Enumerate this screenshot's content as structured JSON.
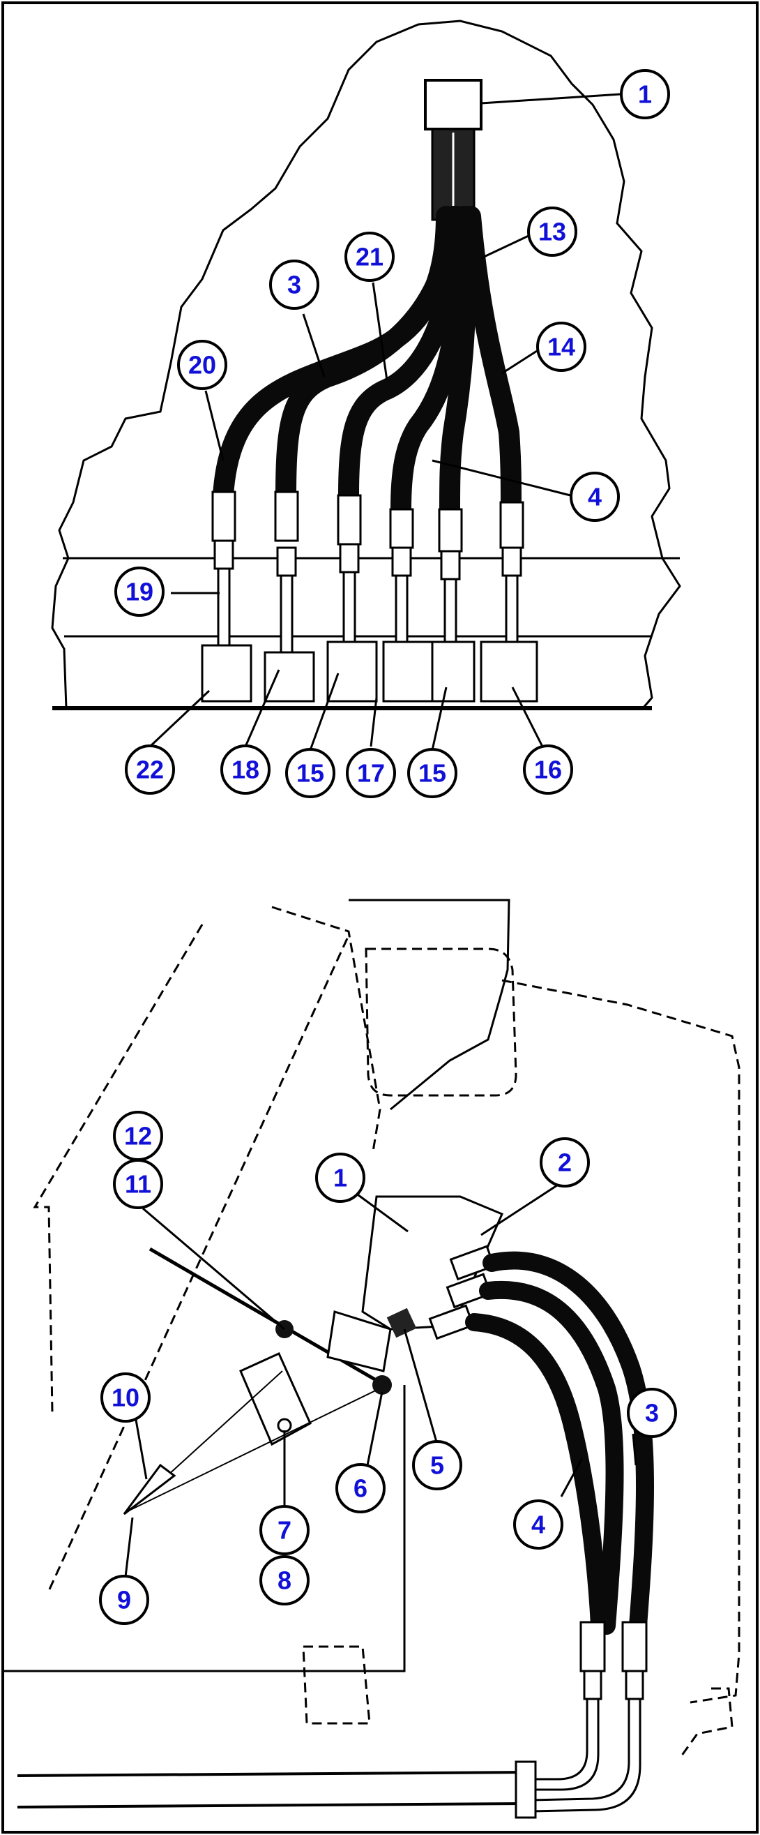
{
  "colors": {
    "callout_text": "#1010d8",
    "line": "#000000",
    "background": "#ffffff"
  },
  "top_view": {
    "callouts": [
      "1",
      "13",
      "3",
      "21",
      "14",
      "20",
      "4",
      "19",
      "22",
      "18",
      "15",
      "17",
      "15",
      "16"
    ]
  },
  "bottom_view": {
    "callouts": [
      "12",
      "11",
      "1",
      "2",
      "10",
      "3",
      "5",
      "6",
      "4",
      "7",
      "8",
      "9"
    ]
  }
}
